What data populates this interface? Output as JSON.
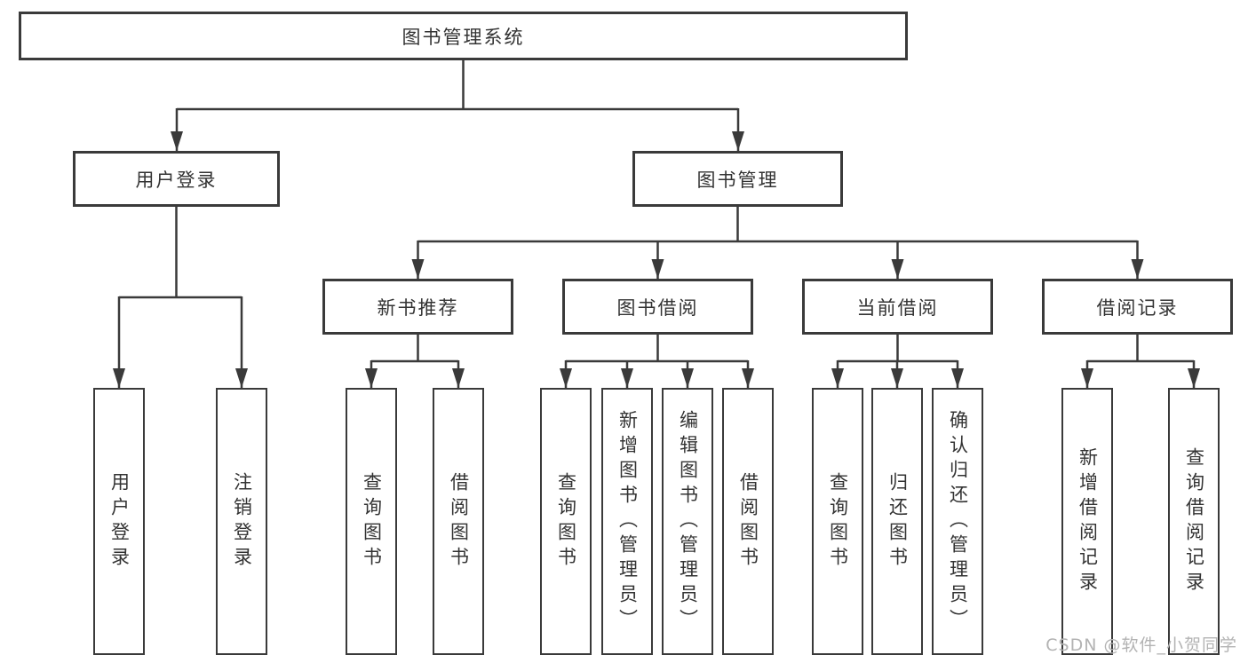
{
  "diagram": {
    "root": {
      "label": "图书管理系统"
    },
    "branches": [
      {
        "label": "用户登录",
        "children": [
          {
            "label": "用户登录"
          },
          {
            "label": "注销登录"
          }
        ]
      },
      {
        "label": "图书管理",
        "children": [
          {
            "label": "新书推荐",
            "children": [
              {
                "label": "查询图书"
              },
              {
                "label": "借阅图书"
              }
            ]
          },
          {
            "label": "图书借阅",
            "children": [
              {
                "label": "查询图书"
              },
              {
                "label": "新增图书（管理员）"
              },
              {
                "label": "编辑图书（管理员）"
              },
              {
                "label": "借阅图书"
              }
            ]
          },
          {
            "label": "当前借阅",
            "children": [
              {
                "label": "查询图书"
              },
              {
                "label": "归还图书"
              },
              {
                "label": "确认归还（管理员）"
              }
            ]
          },
          {
            "label": "借阅记录",
            "children": [
              {
                "label": "新增借阅记录"
              },
              {
                "label": "查询借阅记录"
              }
            ]
          }
        ]
      }
    ]
  },
  "watermark": {
    "text": "CSDN @软件_小贺同学"
  },
  "colors": {
    "line": "#3a3a3a",
    "box_border": "#3a3a3a",
    "text": "#333333",
    "watermark": "#b3b3b3",
    "background": "#ffffff"
  }
}
